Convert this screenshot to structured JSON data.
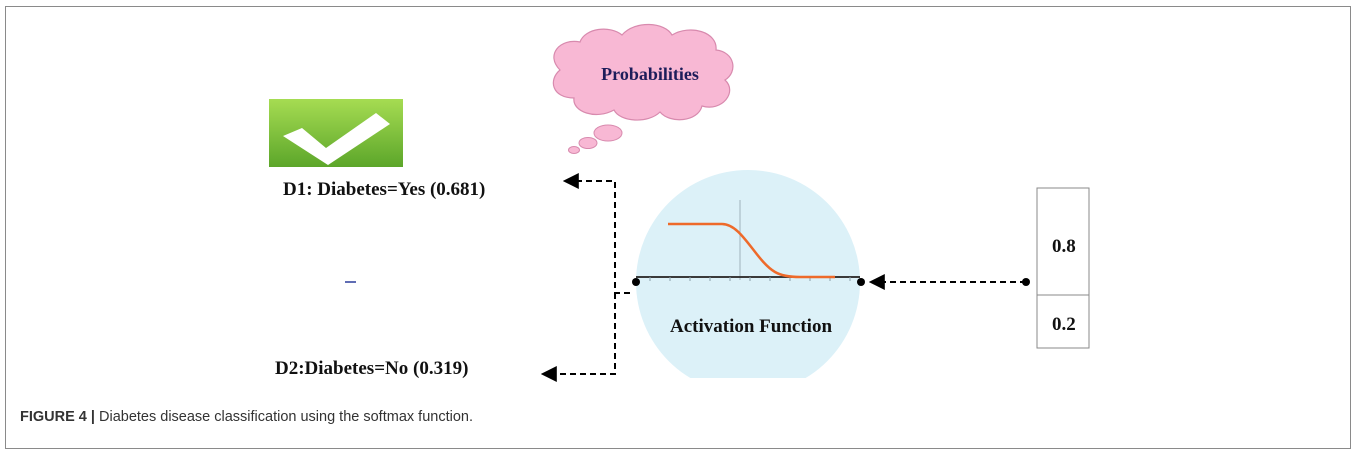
{
  "cloud": {
    "label": "Probabilities"
  },
  "outputs": [
    {
      "text": "D1: Diabetes=Yes (0.681)"
    },
    {
      "text": "D2:Diabetes=No (0.319)"
    }
  ],
  "activation": {
    "label": "Activation Function"
  },
  "input_vector": {
    "values": [
      "0.8",
      "0.2"
    ]
  },
  "caption": {
    "figure": "FIGURE 4 |",
    "text": "Diabetes disease classification using the softmax function."
  },
  "colors": {
    "cloud": "#f8b8d4",
    "circle": "#dcf1f8",
    "curve": "#ee6a2a",
    "check_bg": "#7ac43c"
  }
}
